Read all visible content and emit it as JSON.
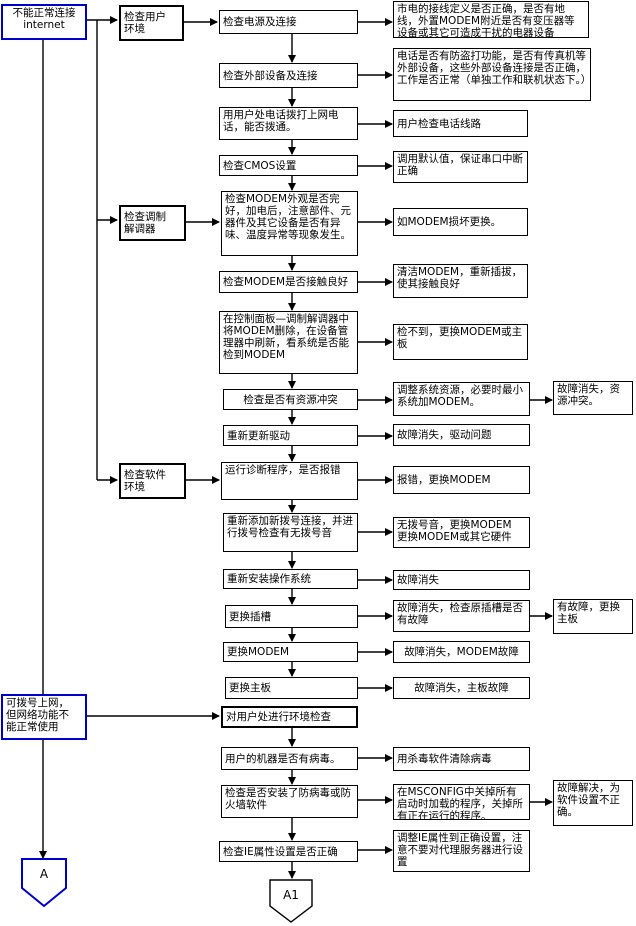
{
  "nodes": {
    "start1": "不能正常连接\ninternet",
    "start2": "可拨号上网，\n但网络功能不\n能正常使用",
    "cat_user": "检查用户\n环境",
    "cat_modem": "检查调制\n解调器",
    "cat_software": "检查软件\n环境",
    "check_power": "检查电源及连接",
    "power_note": "市电的接线定义是否正确，是否有地线，外置MODEM附近是否有变压器等设备或其它可造成干扰的电器设备",
    "check_external": "检查外部设备及连接",
    "external_note": "电话是否有防盗打功能，是否有传真机等外部设备，这些外部设备连接是否正确，工作是否正常（单独工作和联机状态下。）",
    "dial_test": "用用户处电话拨打上网电话，能否拨通。",
    "dial_note": "用户检查电话线路",
    "check_cmos": "检查CMOS设置",
    "cmos_note": "调用默认值，保证串口中断正确",
    "check_modem_look": "检查MODEM外观是否完好，加电后，注意部件、元器件及其它设备是否有异味、温度异常等现象发生。",
    "modem_look_note": "如MODEM损坏更换。",
    "check_modem_contact": "检查MODEM是否接触良好",
    "modem_contact_note": "清洁MODEM，重新插拔，使其接触良好",
    "control_panel": "在控制面板—调制解调器中将MODEM删除，在设备管理器中刷新，看系统是否能检到MODEM",
    "control_panel_note": "检不到，更换MODEM或主板",
    "check_conflict": "检查是否有资源冲突",
    "conflict_note": "调整系统资源，必要时最小系统加MODEM。",
    "conflict_note2": "故障消失，资源冲突。",
    "reinstall_driver": "重新更新驱动",
    "driver_note": "故障消失，驱动问题",
    "run_diag": "运行诊断程序，是否报错",
    "diag_note": "报错，更换MODEM",
    "redial": "重新添加新拨号连接，并进行拨号检查有无拨号音",
    "redial_note": "无拨号音，更换MODEM\n更换MODEM或其它硬件",
    "reinstall_os": "重新安装操作系统",
    "os_note": "故障消失",
    "replace_slot": "更换插槽",
    "slot_note": "故障消失，检查原插槽是否有故障",
    "slot_note2": "有故障，更换主板",
    "replace_modem": "更换MODEM",
    "replace_modem_note": "故障消失，MODEM故障",
    "replace_board": "更换主板",
    "board_note": "故障消失，主板故障",
    "env_check": "对用户处进行环境检查",
    "virus_check": "用户的机器是否有病毒。",
    "virus_note": "用杀毒软件清除病毒",
    "firewall_check": "检查是否安装了防病毒或防火墙软件",
    "firewall_note": "在MSCONFIG中关掉所有启动时加载的程序，关掉所有正在运行的程序。",
    "firewall_note2": "故障解决，为软件设置不正确。",
    "ie_check": "检查IE属性设置是否正确",
    "ie_note": "调整IE属性到正确设置，注意不要对代理服务器进行设置"
  },
  "connectors": {
    "a": "A",
    "a1": "A1"
  }
}
